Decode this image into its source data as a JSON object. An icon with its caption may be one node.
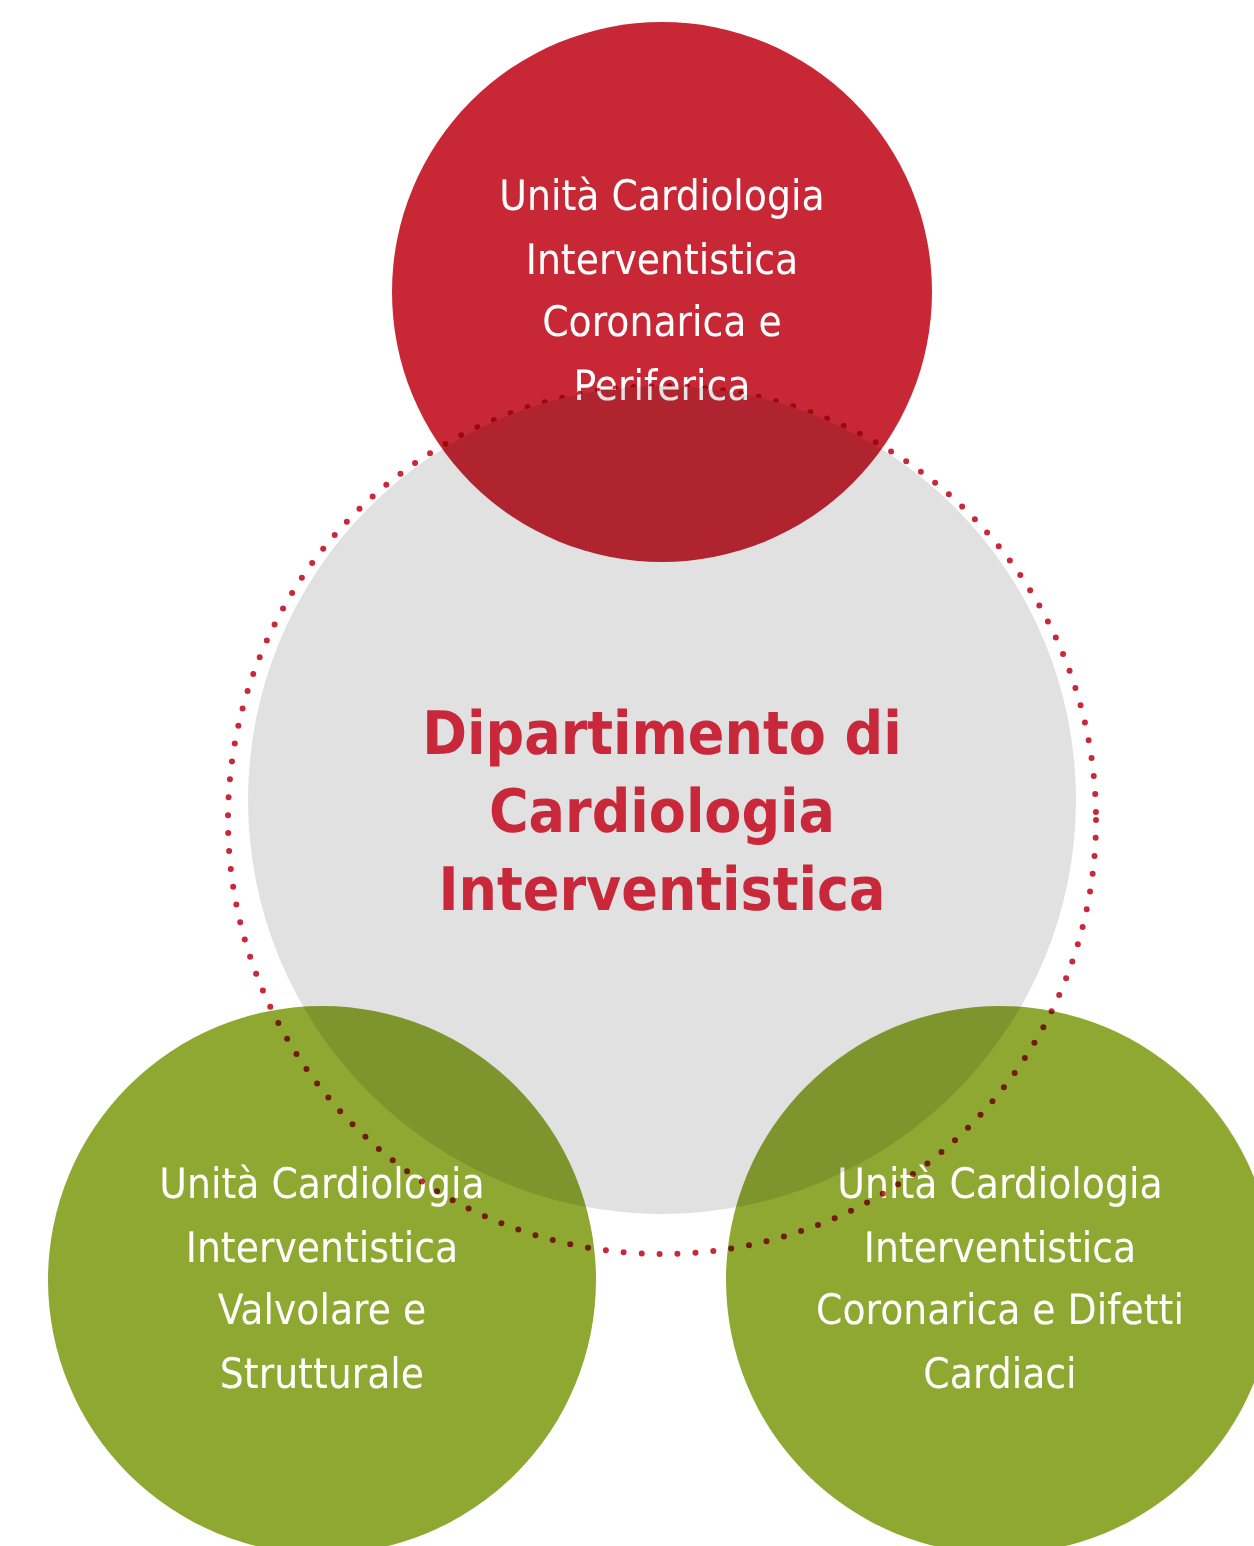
{
  "diagram": {
    "nodes": [
      {
        "text": [
          "Dipartimento di Cardiologia Interventistica"
        ]
      },
      {
        "text": [
          "Unità Cardiologia Interventistica Coronarica e Periferica"
        ]
      },
      {
        "text": [
          "Unità Cardiologia Interventistica Valvolare e Strutturale"
        ]
      },
      {
        "text": [
          "Unità Cardiologia Interventistica Coronarica e Difetti Cardiaci"
        ]
      }
    ]
  }
}
